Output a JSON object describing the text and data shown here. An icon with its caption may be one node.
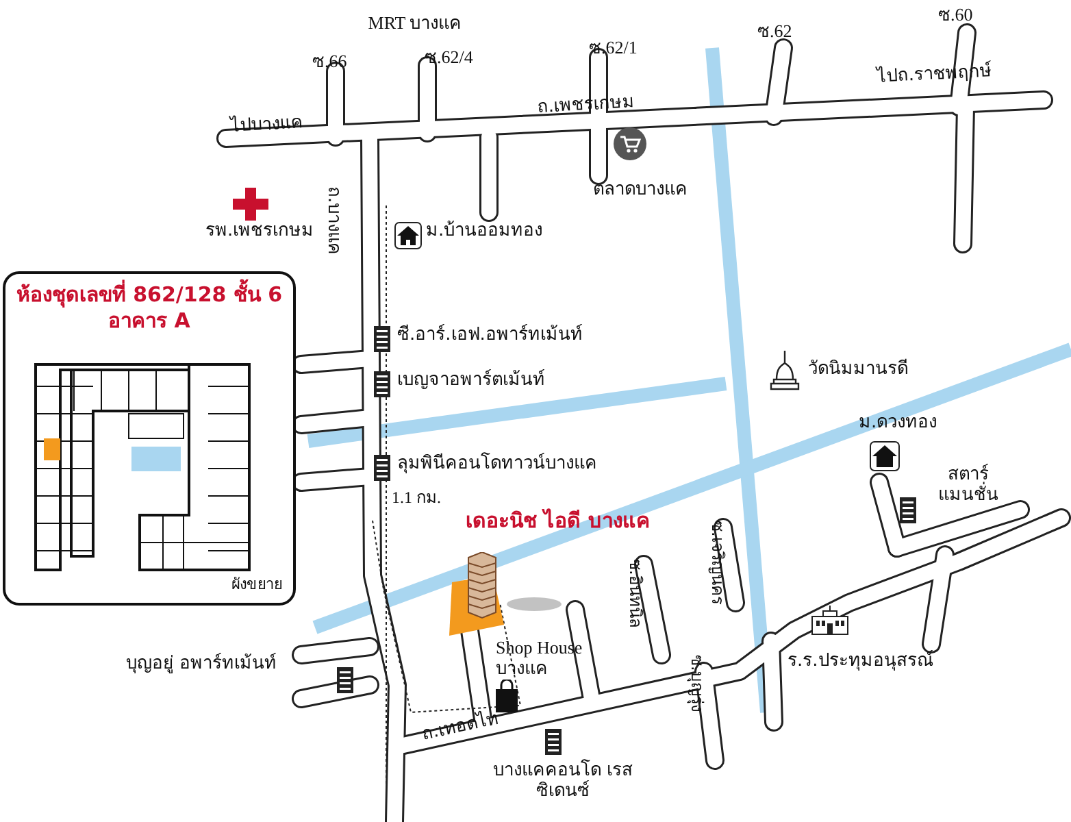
{
  "diagram": {
    "nodes": [
      {
        "text": [
          "ห้องชุดเลขที่ 862/128 ชั้น 6 อาคาร A",
          "ผังขยาย"
        ]
      }
    ],
    "labels": [
      "ซ.66",
      "MRT บางแค",
      "ซ.62/4",
      "ซ.62/1",
      "ซ.62",
      "ซ.60",
      "ไปถ.ราชพฤกษ์",
      "ถ.เพชรเกษม",
      "ไปบางแค",
      "ตลาดบางแค",
      "รพ.เพชรเกษม",
      "ถ.บางแค",
      "ม.บ้านออมทอง",
      "ซี.อาร์.เอฟ.อพาร์ทเม้นท์",
      "เบญจาอพาร์ตเม้นท์",
      "วัดนิมมานรดี",
      "ลุมพินีคอนโดทาวน์บางแค",
      "ม.ดวงทอง",
      "1.1 กม.",
      "เดอะนิช ไอดี บางแค",
      "สตาร์ แมนชั่น",
      "ซ.เจริญนคร",
      "ซ.อินทนิล",
      "บุญอยู่ อพาร์ทเม้นท์",
      "Shop House บางแค",
      "ซ.บุญรุ่ง",
      "ร.ร.ประทุมอนุสรณ์",
      "ถ.เทอดไท",
      "บางแคคอนโด เรสซิเดนซ์"
    ]
  }
}
